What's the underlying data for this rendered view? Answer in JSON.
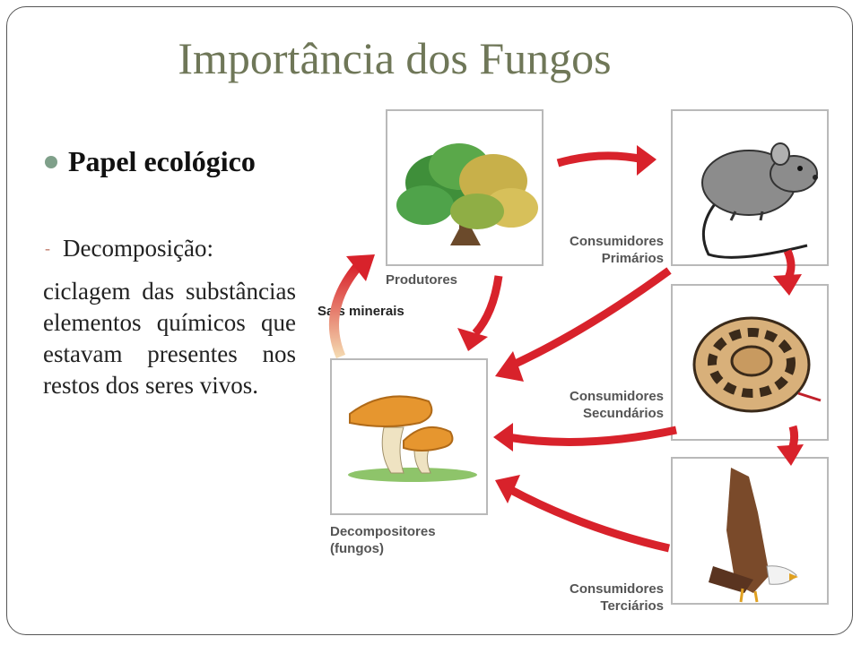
{
  "slide": {
    "title": "Importância dos Fungos",
    "bullet": "Papel ecológico",
    "subheading": "Decomposição:",
    "paragraph": "ciclagem das substâncias elementos químicos que estavam presentes nos restos dos seres vivos."
  },
  "diagram": {
    "producers": "Produtores",
    "primary_line1": "Consumidores",
    "primary_line2": "Primários",
    "secondary_line1": "Consumidores",
    "secondary_line2": "Secundários",
    "tertiary_line1": "Consumidores",
    "tertiary_line2": "Terciários",
    "decomposers_line1": "Decompositores",
    "decomposers_line2": "(fungos)",
    "minerals": "Sais minerais",
    "icons": [
      "tree-icon",
      "rat-icon",
      "snake-icon",
      "eagle-icon",
      "mushroom-icon"
    ],
    "arrow_color": "#d8222b"
  }
}
